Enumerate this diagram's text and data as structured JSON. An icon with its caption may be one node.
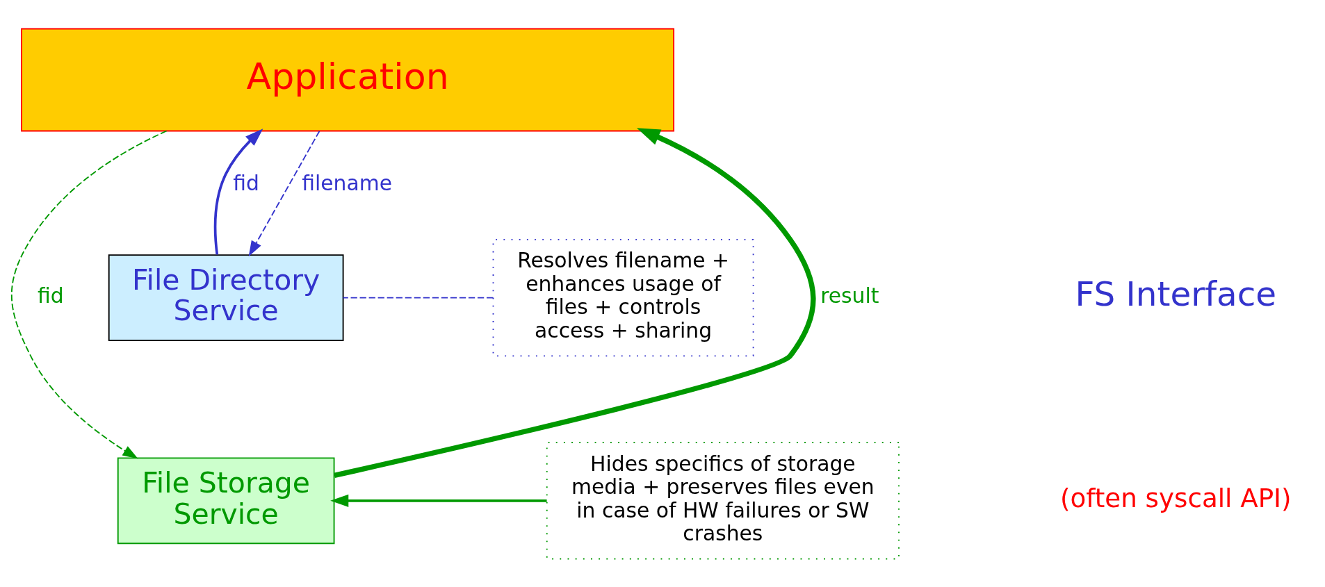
{
  "diagram": {
    "nodes": [
      {
        "text": [
          "Application"
        ]
      },
      {
        "text": [
          "File Directory Service"
        ]
      },
      {
        "text": [
          "File Storage Service"
        ]
      },
      {
        "text": [
          "Resolves filename + enhances usage of files + controls access + sharing"
        ]
      },
      {
        "text": [
          "Hides specifics of storage media + preserves files even in case of HW failures or SW crashes"
        ]
      }
    ],
    "edges": [
      {
        "from": 0,
        "to": 1,
        "arrow": "to",
        "label": "filename",
        "style": "dashed",
        "color": "#3333cc"
      },
      {
        "from": 1,
        "to": 0,
        "arrow": "to",
        "label": "fid",
        "color": "#3333cc"
      },
      {
        "from": 0,
        "to": 2,
        "arrow": "to",
        "label": "fid",
        "style": "dashed",
        "color": "#009900"
      },
      {
        "from": 2,
        "to": 0,
        "arrow": "to",
        "label": "result",
        "style": "thick",
        "color": "#009900"
      },
      {
        "from": 4,
        "to": 2,
        "arrow": "to",
        "color": "#009900"
      },
      {
        "from": 3,
        "to": 1,
        "arrow": "none",
        "style": "dashed",
        "color": "#3333cc"
      }
    ],
    "labels": [
      "FS Interface",
      "(often syscall API)"
    ]
  }
}
